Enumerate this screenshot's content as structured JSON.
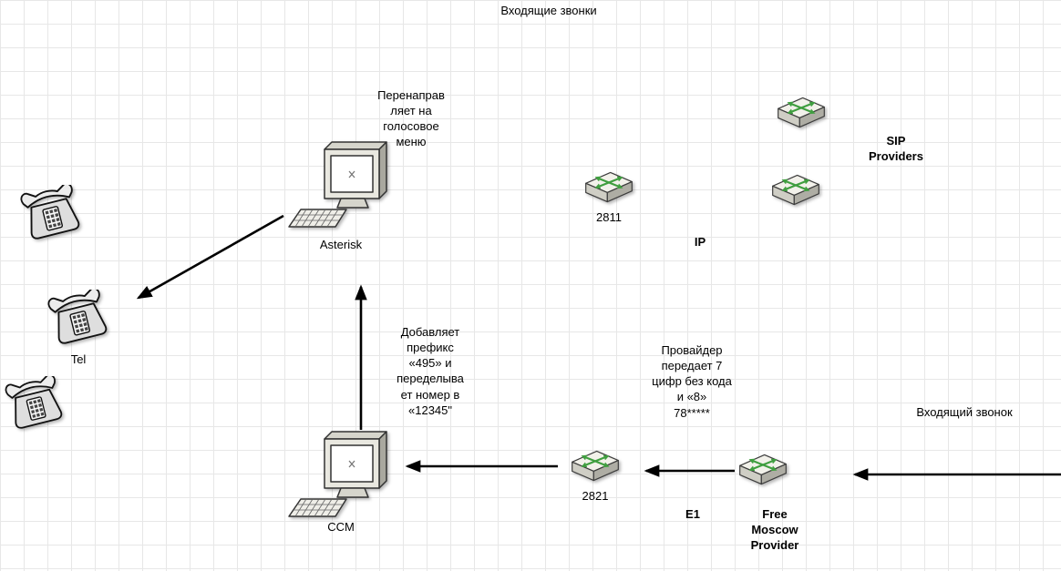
{
  "title": "Входящие звонки",
  "nodes": {
    "tel_phone": {
      "label": "Tel"
    },
    "asterisk": {
      "label": "Asterisk",
      "note": "Перенаправ\nляет на\nголосовое\nменю"
    },
    "ccm": {
      "label": "CCM",
      "note": "Добавляет\nпрефикс\n«495» и\nпеределыва\nет номер в\n«12345\""
    },
    "router_2811": {
      "label": "2811"
    },
    "router_2821": {
      "label": "2821"
    },
    "sip_providers": {
      "label": "SIP\nProviders"
    },
    "free_moscow_provider": {
      "label": "Free\nMoscow\nProvider"
    }
  },
  "links": {
    "ip": "IP",
    "e1": "E1"
  },
  "annotations": {
    "provider_note": "Провайдер\nпередает 7\nцифр без кода\nи «8»\n78*****",
    "incoming_call": "Входящий звонок"
  },
  "colors": {
    "arrow": "#000000",
    "grid_line": "#e7e7e7",
    "router_arrow_accent": "#3f9e3f"
  }
}
